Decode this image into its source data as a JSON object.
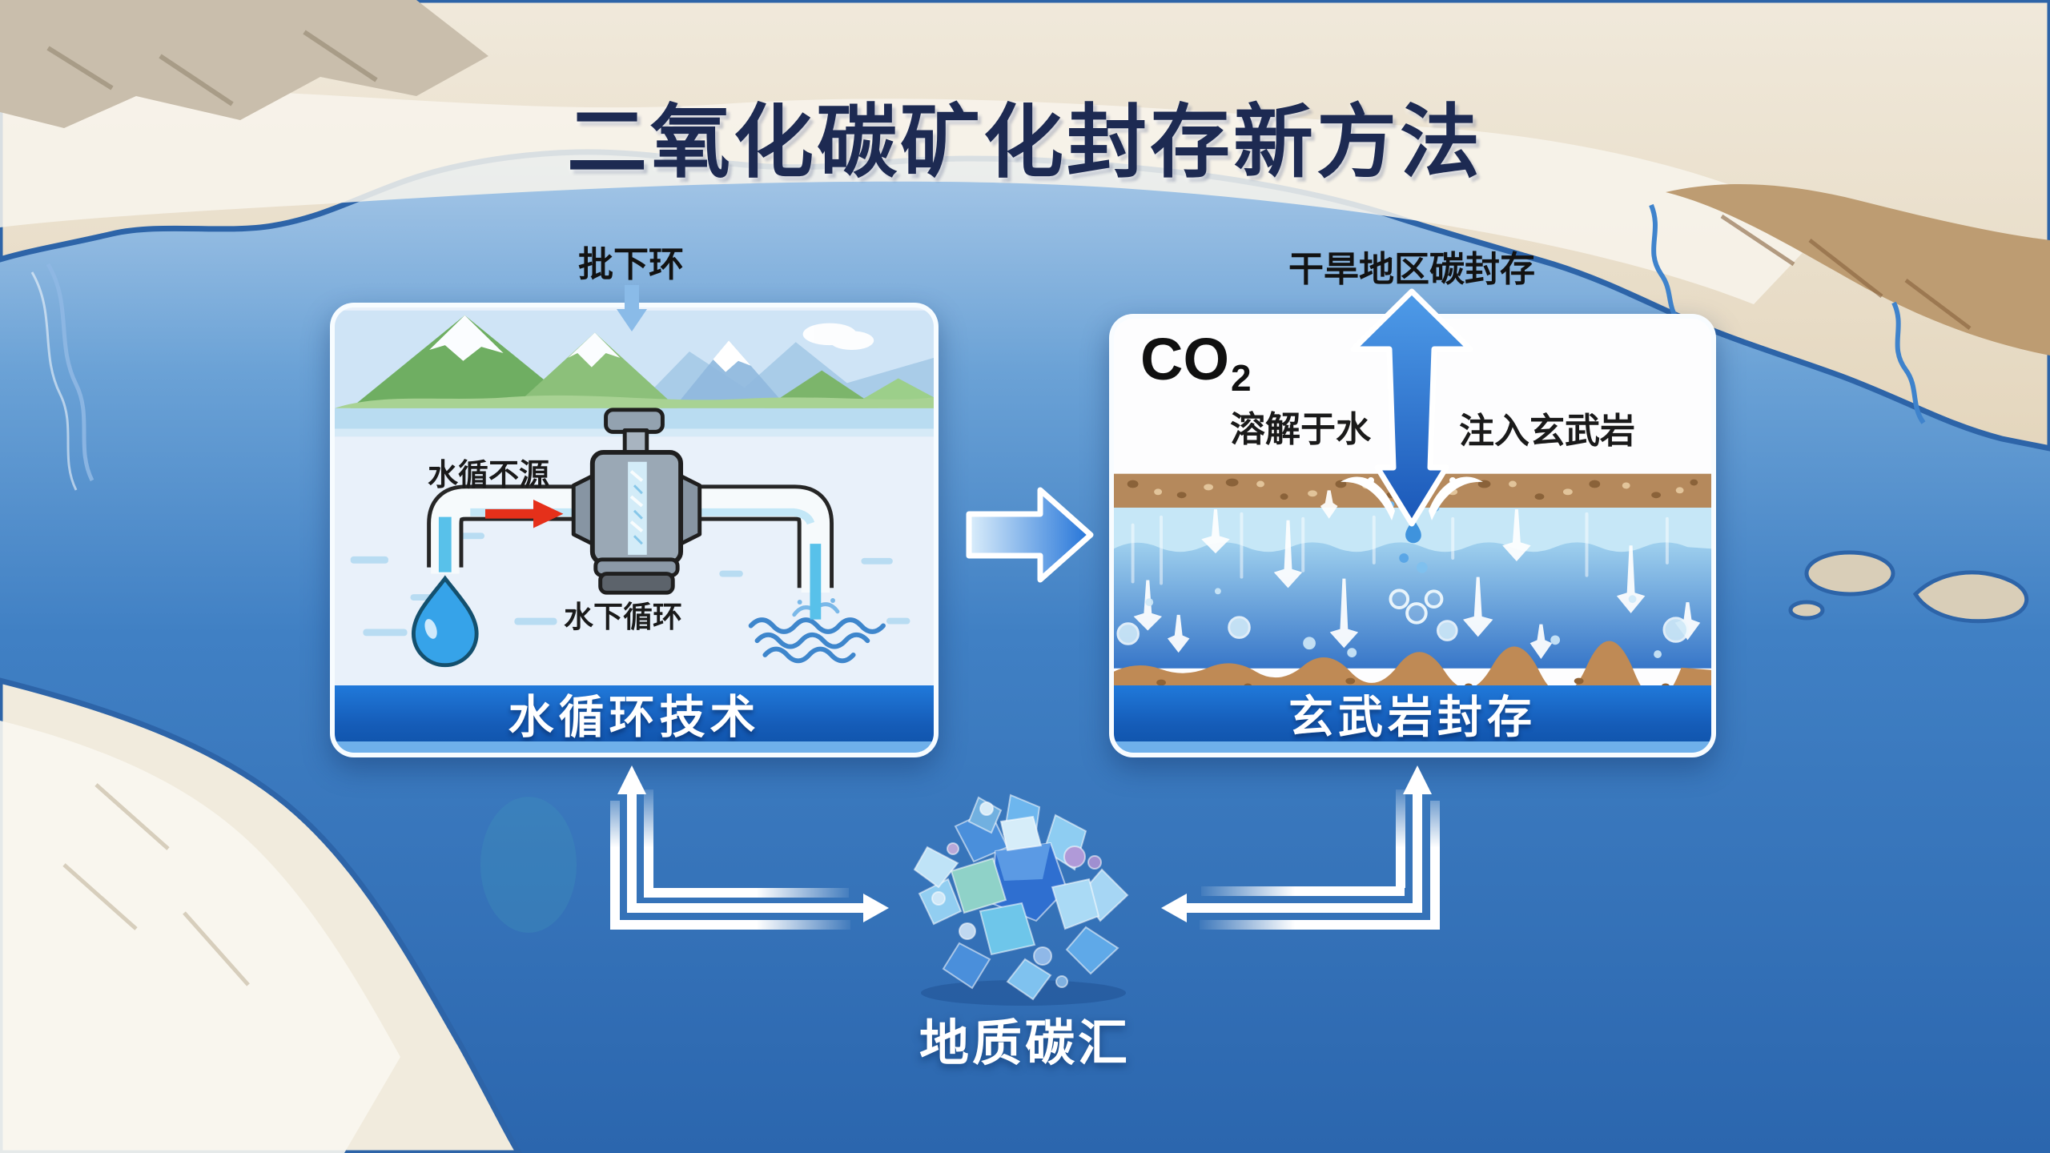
{
  "title": "二氧化碳矿化封存新方法",
  "left_panel": {
    "callout_label": "批下环",
    "source_label": "水循不源",
    "cycle_label": "水下循环",
    "banner_label": "水循环技术"
  },
  "right_panel": {
    "callout_label": "干旱地区碳封存",
    "co2_label": "CO",
    "co2_subscript": "2",
    "dissolve_label": "溶解于水",
    "inject_label": "注入玄武岩",
    "banner_label": "玄武岩封存"
  },
  "footer": {
    "sink_label": "地质碳汇"
  },
  "colors": {
    "title_text": "#1d2a52",
    "banner_blue": "#1760bf",
    "arrow_blue": "#2a7de1",
    "co2_arrow_blue": "#1e5fc2",
    "flow_arrow_red": "#e5301a",
    "map_water": "#3d7cc2",
    "map_desert": "#ece2cf",
    "crystal_blue": "#5aa7e8",
    "white_arrow": "#ffffff"
  }
}
